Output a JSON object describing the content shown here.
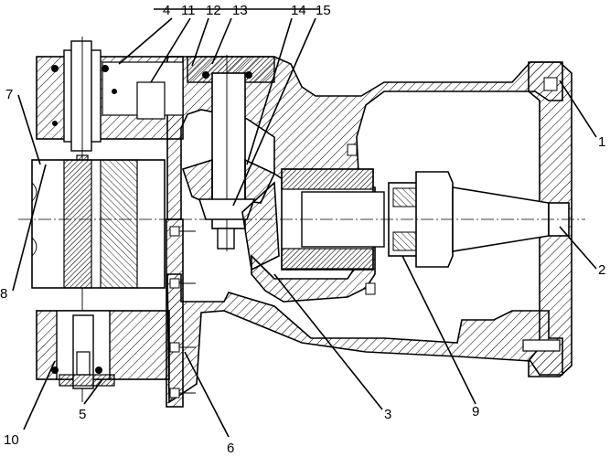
{
  "figure": {
    "labels": [
      {
        "id": "1",
        "text": "1"
      },
      {
        "id": "2",
        "text": "2"
      },
      {
        "id": "3",
        "text": "3"
      },
      {
        "id": "4",
        "text": "4"
      },
      {
        "id": "5",
        "text": "5"
      },
      {
        "id": "6",
        "text": "6"
      },
      {
        "id": "7",
        "text": "7"
      },
      {
        "id": "8",
        "text": "8"
      },
      {
        "id": "9",
        "text": "9"
      },
      {
        "id": "10",
        "text": "10"
      },
      {
        "id": "11",
        "text": "11"
      },
      {
        "id": "12",
        "text": "12"
      },
      {
        "id": "13",
        "text": "13"
      },
      {
        "id": "14",
        "text": "14"
      },
      {
        "id": "15",
        "text": "15"
      }
    ],
    "top_label_group": "4-11-12-13",
    "top_label_group_b": "14-15"
  }
}
